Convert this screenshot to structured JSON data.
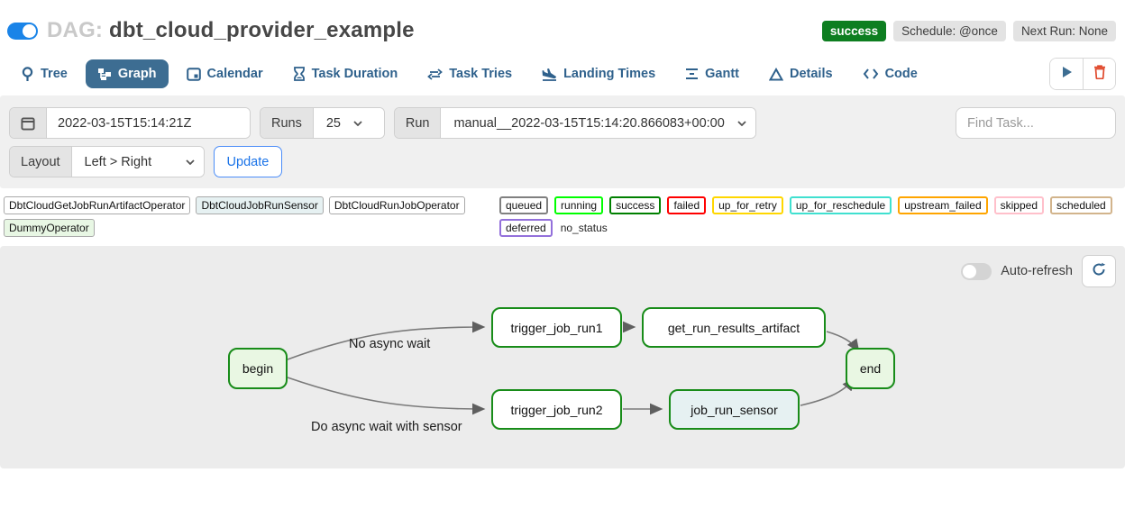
{
  "header": {
    "dag_prefix": "DAG:",
    "dag_title": "dbt_cloud_provider_example",
    "status_badge": "success",
    "schedule_badge": "Schedule: @once",
    "next_run_badge": "Next Run: None",
    "pause_toggle_state": "on"
  },
  "tabs": [
    {
      "label": "Tree",
      "icon": "tree-icon",
      "active": false
    },
    {
      "label": "Graph",
      "icon": "graph-icon",
      "active": true
    },
    {
      "label": "Calendar",
      "icon": "calendar-icon",
      "active": false
    },
    {
      "label": "Task Duration",
      "icon": "hourglass-icon",
      "active": false
    },
    {
      "label": "Task Tries",
      "icon": "repeat-icon",
      "active": false
    },
    {
      "label": "Landing Times",
      "icon": "plane-landing-icon",
      "active": false
    },
    {
      "label": "Gantt",
      "icon": "gantt-bars-icon",
      "active": false
    },
    {
      "label": "Details",
      "icon": "triangle-icon",
      "active": false
    },
    {
      "label": "Code",
      "icon": "code-brackets-icon",
      "active": false
    }
  ],
  "actions": {
    "trigger": "play-icon",
    "delete": "trash-icon"
  },
  "filters": {
    "base_date_value": "2022-03-15T15:14:21Z",
    "runs_label": "Runs",
    "runs_value": "25",
    "run_label": "Run",
    "run_value": "manual__2022-03-15T15:14:20.866083+00:00",
    "find_task_placeholder": "Find Task...",
    "layout_label": "Layout",
    "layout_value": "Left > Right",
    "update_button": "Update"
  },
  "legend": {
    "operators": [
      {
        "label": "DbtCloudGetJobRunArtifactOperator",
        "fill": "#ffffff"
      },
      {
        "label": "DbtCloudJobRunSensor",
        "fill": "#e6f1f2"
      },
      {
        "label": "DbtCloudRunJobOperator",
        "fill": "#ffffff"
      },
      {
        "label": "DummyOperator",
        "fill": "#e8f7e4"
      }
    ],
    "statuses": [
      {
        "label": "queued",
        "border": "#808080"
      },
      {
        "label": "running",
        "border": "#00ff00"
      },
      {
        "label": "success",
        "border": "#008000"
      },
      {
        "label": "failed",
        "border": "#ff0000"
      },
      {
        "label": "up_for_retry",
        "border": "#ffd700"
      },
      {
        "label": "up_for_reschedule",
        "border": "#40e0d0"
      },
      {
        "label": "upstream_failed",
        "border": "#ffa500"
      },
      {
        "label": "skipped",
        "border": "#ffc0cb"
      },
      {
        "label": "scheduled",
        "border": "#d2b48c"
      },
      {
        "label": "deferred",
        "border": "#9370db"
      },
      {
        "label": "no_status",
        "border": "transparent"
      }
    ]
  },
  "graph": {
    "auto_refresh_label": "Auto-refresh",
    "auto_refresh_state": "off",
    "refresh_icon": "refresh-icon",
    "nodes": [
      {
        "id": "begin",
        "label": "begin",
        "fill": "#e9f7e3",
        "border": "#188c19"
      },
      {
        "id": "trigger_job_run1",
        "label": "trigger_job_run1",
        "fill": "#ffffff",
        "border": "#188c19"
      },
      {
        "id": "get_run_results_artifact",
        "label": "get_run_results_artifact",
        "fill": "#ffffff",
        "border": "#188c19"
      },
      {
        "id": "end",
        "label": "end",
        "fill": "#e9f7e3",
        "border": "#188c19"
      },
      {
        "id": "trigger_job_run2",
        "label": "trigger_job_run2",
        "fill": "#ffffff",
        "border": "#188c19"
      },
      {
        "id": "job_run_sensor",
        "label": "job_run_sensor",
        "fill": "#e6f1f2",
        "border": "#188c19"
      }
    ],
    "edge_labels": [
      {
        "text": "No async wait"
      },
      {
        "text": "Do async wait with sensor"
      }
    ]
  },
  "colors": {
    "accent_blue": "#1a84e8",
    "tab_blue": "#3d6d92",
    "success_green": "#0d7e20",
    "node_green": "#188c19",
    "trash_red": "#e0492c",
    "panel_gray": "#f0f0f0",
    "graph_gray": "#ececec"
  }
}
